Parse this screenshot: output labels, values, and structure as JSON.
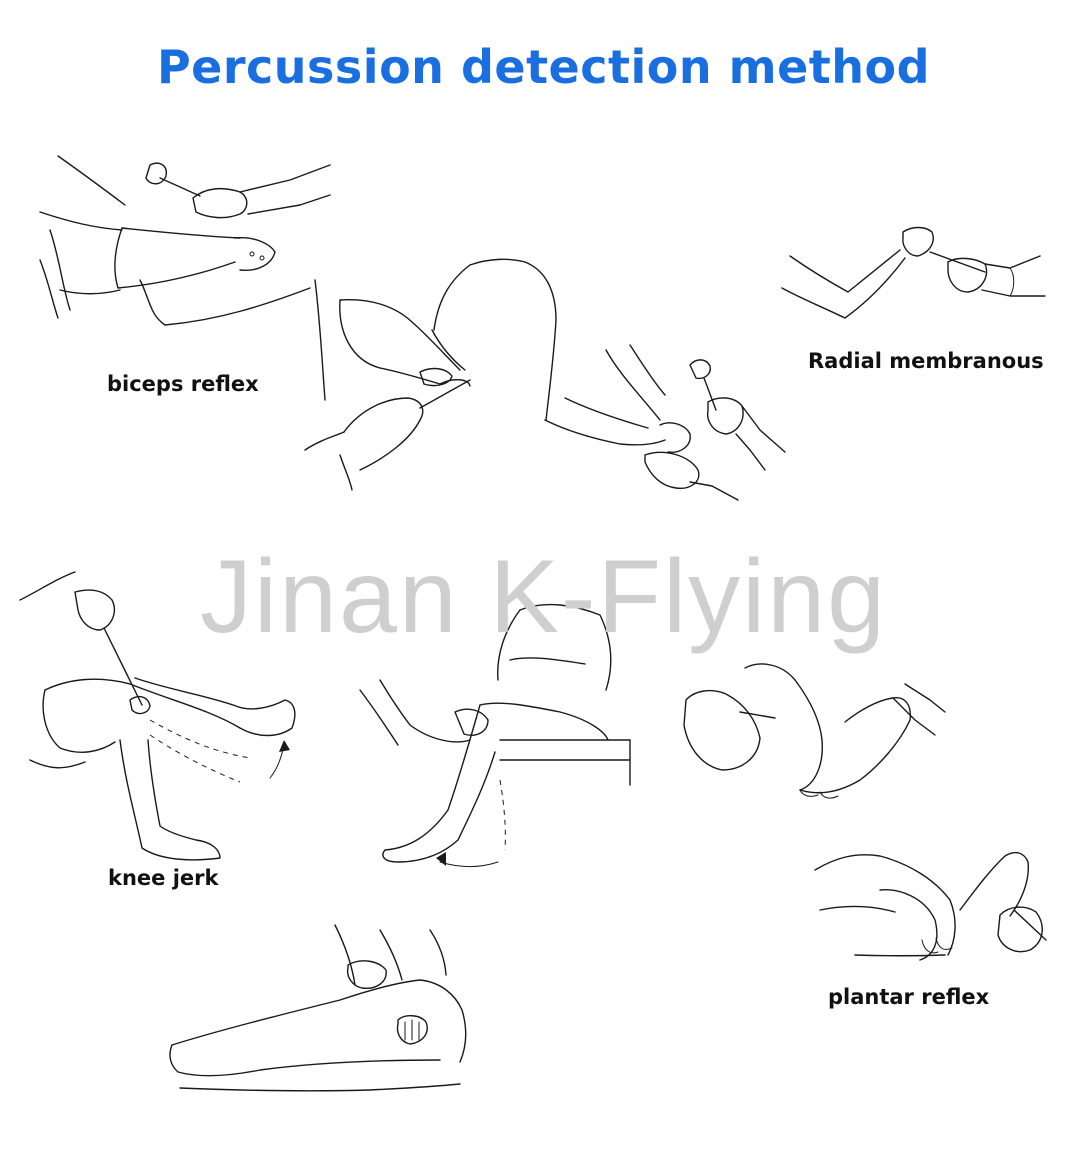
{
  "title": "Percussion detection method",
  "watermark": "Jinan K-Flying",
  "colors": {
    "title": "#1a6fe0",
    "text": "#111111",
    "watermark": "#cfcfcf",
    "line_art": "#1a1a1a",
    "background": "#ffffff"
  },
  "labels": {
    "biceps": "biceps reflex",
    "radial": "Radial membranous",
    "knee": "knee jerk",
    "plantar": "plantar reflex"
  }
}
